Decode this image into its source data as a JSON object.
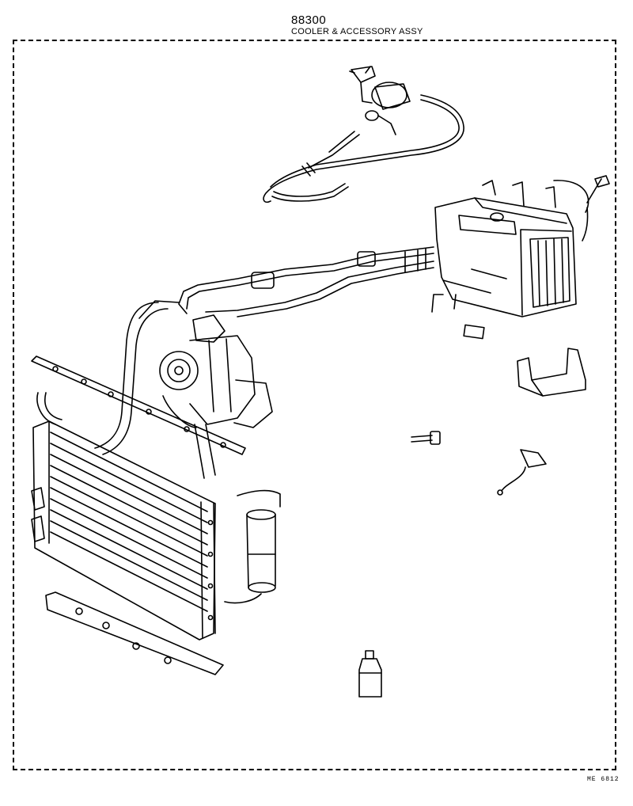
{
  "header": {
    "part_code": "88300",
    "title": "COOLER & ACCESSORY ASSY"
  },
  "footer": {
    "ref": "ME  6812"
  },
  "parts": [
    {
      "name": "magnetic-valve",
      "icon": "solenoid-icon"
    },
    {
      "name": "vacuum-hose",
      "icon": "hose-icon"
    },
    {
      "name": "evaporator-unit",
      "icon": "evaporator-icon"
    },
    {
      "name": "compressor",
      "icon": "compressor-icon"
    },
    {
      "name": "condenser",
      "icon": "condenser-icon"
    },
    {
      "name": "receiver-drier",
      "icon": "cylinder-icon"
    },
    {
      "name": "oil-bottle",
      "icon": "bottle-icon"
    },
    {
      "name": "bracket",
      "icon": "bracket-icon"
    },
    {
      "name": "bolt",
      "icon": "bolt-icon"
    },
    {
      "name": "thermostat-switch",
      "icon": "switch-icon"
    }
  ]
}
